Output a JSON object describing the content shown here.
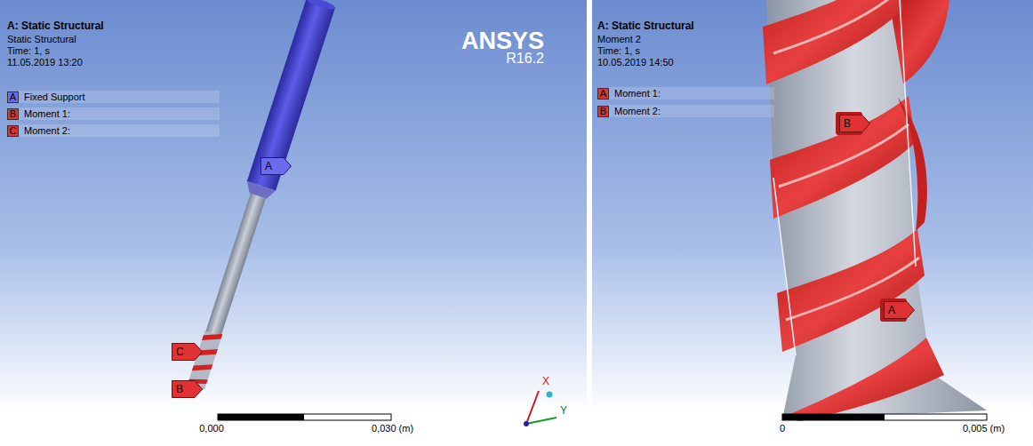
{
  "diagram": {
    "nodes": [
      {
        "text": [
          "A"
        ]
      },
      {
        "text": [
          "C"
        ]
      },
      {
        "text": [
          "B"
        ]
      },
      {
        "text": [
          "B"
        ]
      },
      {
        "text": [
          "A"
        ]
      }
    ],
    "labels": [
      "A: Static Structural",
      "Static Structural",
      "Time: 1, s",
      "11.05.2019 13:20",
      "A",
      "B",
      "C",
      "ANSYS",
      "R16.2",
      "0,000",
      "0,030 (m)",
      "X",
      "Y",
      "A: Static Structural",
      "Moment 2",
      "Time: 1, s",
      "10.05.2019 14:50",
      "A",
      "B",
      "0",
      "0,005 (m)"
    ],
    "legend": [
      {
        "text": "Fixed Support",
        "color": "#6b6bf0"
      },
      {
        "text": "Moment 1:",
        "color": "#e03232"
      },
      {
        "text": "Moment 2:",
        "color": "#e03232"
      },
      {
        "text": "Moment 1:",
        "color": "#e03232"
      },
      {
        "text": "Moment 2:",
        "color": "#e03232"
      }
    ]
  }
}
